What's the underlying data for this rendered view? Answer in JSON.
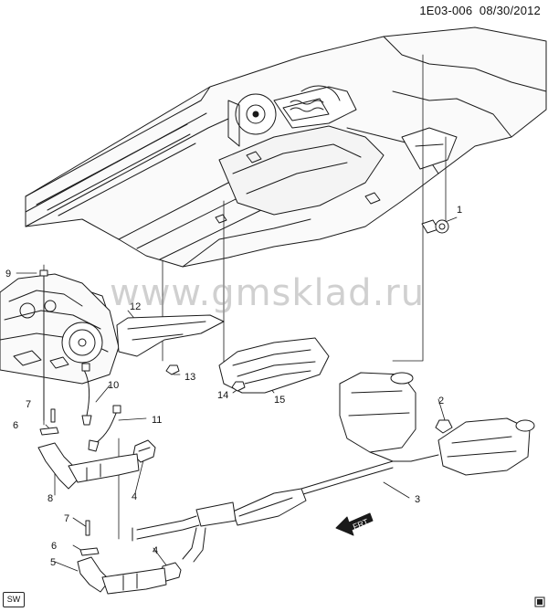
{
  "header": {
    "code": "1E03-006",
    "date": "08/30/2012"
  },
  "watermark": "www.gmsklad.ru",
  "badge": "SW",
  "direction_label": "FRT",
  "callouts": [
    {
      "id": "c1",
      "num": "1"
    },
    {
      "id": "c2",
      "num": "2"
    },
    {
      "id": "c3",
      "num": "3"
    },
    {
      "id": "c4a",
      "num": "4"
    },
    {
      "id": "c4b",
      "num": "4"
    },
    {
      "id": "c5",
      "num": "5"
    },
    {
      "id": "c6a",
      "num": "6"
    },
    {
      "id": "c6b",
      "num": "6"
    },
    {
      "id": "c7a",
      "num": "7"
    },
    {
      "id": "c7b",
      "num": "7"
    },
    {
      "id": "c8",
      "num": "8"
    },
    {
      "id": "c9",
      "num": "9"
    },
    {
      "id": "c10",
      "num": "10"
    },
    {
      "id": "c11",
      "num": "11"
    },
    {
      "id": "c12",
      "num": "12"
    },
    {
      "id": "c13",
      "num": "13"
    },
    {
      "id": "c14",
      "num": "14"
    },
    {
      "id": "c15",
      "num": "15"
    }
  ],
  "colors": {
    "ink": "#1a1a1a",
    "paper": "#ffffff",
    "watermark": "#969696"
  }
}
